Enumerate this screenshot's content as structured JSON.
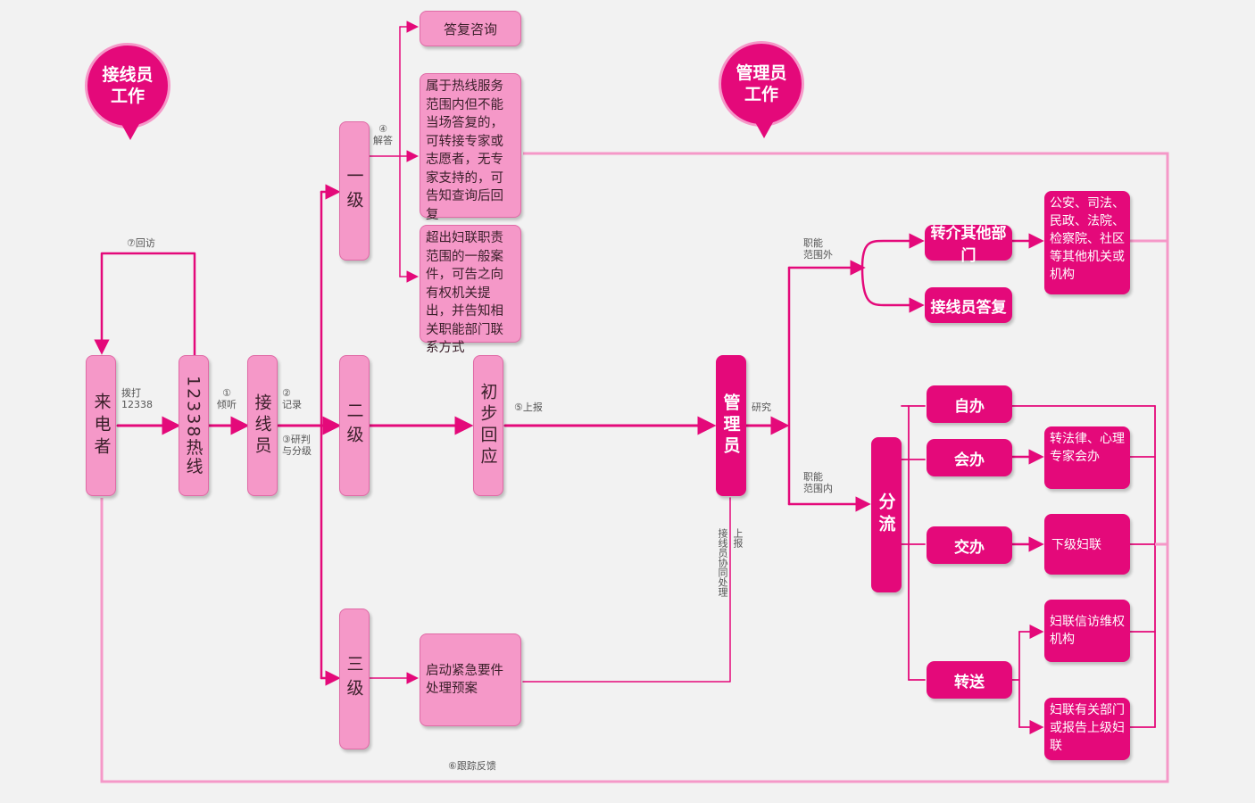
{
  "bubbles": {
    "operator_work": "接线员\n工作",
    "admin_work": "管理员\n工作"
  },
  "nodes": {
    "caller": "来电者",
    "hotline": "12338热线",
    "operator": "接线员",
    "level1": "一级",
    "level2": "二级",
    "level3": "三级",
    "reply_consult": "答复咨询",
    "scope_transfer": "属于热线服务范围内但不能当场答复的，可转接专家或志愿者，无专家支持的，可告知查询后回复",
    "beyond_scope": "超出妇联职责范围的一般案件，可告之向有权机关提出，并告知相关职能部门联系方式",
    "emergency": "启动紧急要件处理预案",
    "initial_response": "初步回应",
    "admin": "管理员",
    "refer_other": "转介其他部门",
    "operator_reply": "接线员答复",
    "public_orgs": "公安、司法、民政、法院、检察院、社区等其他机关或机构",
    "distribute": "分流",
    "self_handle": "自办",
    "joint_handle": "会办",
    "assign": "交办",
    "transfer_send": "转送",
    "law_expert": "转法律、心理专家会办",
    "lower_federation": "下级妇联",
    "petition_org": "妇联信访维权机构",
    "federation_dept": "妇联有关部门或报告上级妇联"
  },
  "labels": {
    "dial": "拨打\n12338",
    "listen": "①\n倾听",
    "record": "②\n记录",
    "judge": "③研判\n与分级",
    "answer": "④\n解答",
    "report_up": "⑤上报",
    "revisit": "⑦回访",
    "followup": "⑥跟踪反馈",
    "study": "研究",
    "out_scope": "职能\n范围外",
    "in_scope": "职能\n范围内",
    "report_assist": "上报",
    "assist_handle": "接线员协同处理"
  },
  "colors": {
    "dark": "#e4097a",
    "light": "#f598c8",
    "line": "#e4097a",
    "loop": "#f598c8"
  }
}
